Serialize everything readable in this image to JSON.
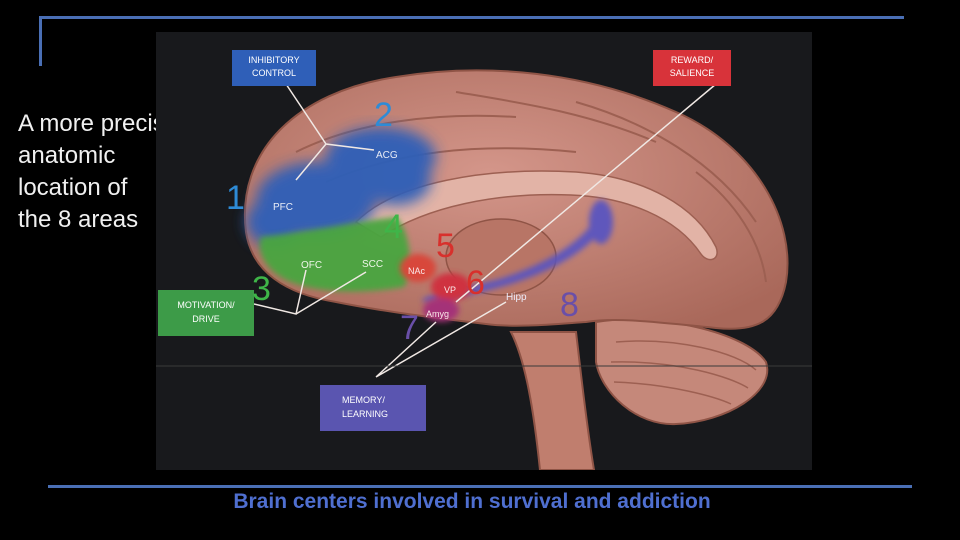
{
  "side_text": [
    "A more precise",
    "anatomic",
    "location of",
    "the 8 areas"
  ],
  "caption": "Brain centers involved in survival and addiction",
  "boxes": {
    "inhibitory": [
      "INHIBITORY",
      "CONTROL"
    ],
    "reward": [
      "REWARD/",
      "SALIENCE"
    ],
    "motivation": [
      "MOTIVATION/",
      "DRIVE"
    ],
    "memory": [
      "MEMORY/",
      "LEARNING"
    ]
  },
  "regions": {
    "acg": "ACG",
    "pfc": "PFC",
    "ofc": "OFC",
    "scc": "SCC",
    "nac": "NAc",
    "vp": "VP",
    "amyg": "Amyg",
    "hipp": "Hipp"
  },
  "markers": [
    {
      "label": "1",
      "color": "#2e8bd6"
    },
    {
      "label": "2",
      "color": "#2e8bd6"
    },
    {
      "label": "3",
      "color": "#3fb548"
    },
    {
      "label": "4",
      "color": "#3fb548"
    },
    {
      "label": "5",
      "color": "#d8302c"
    },
    {
      "label": "6",
      "color": "#d8302c"
    },
    {
      "label": "7",
      "color": "#6a4fa8"
    },
    {
      "label": "8",
      "color": "#6a4fa8"
    }
  ],
  "colors": {
    "brain": "#c98777",
    "brain_dark": "#a9685a",
    "inhibitory_blue": "#2f5fb8",
    "motivation_green": "#3d9b48",
    "reward_red": "#d8333a",
    "memory_purple": "#5a55b0",
    "rule_blue": "#4a6fb5"
  }
}
